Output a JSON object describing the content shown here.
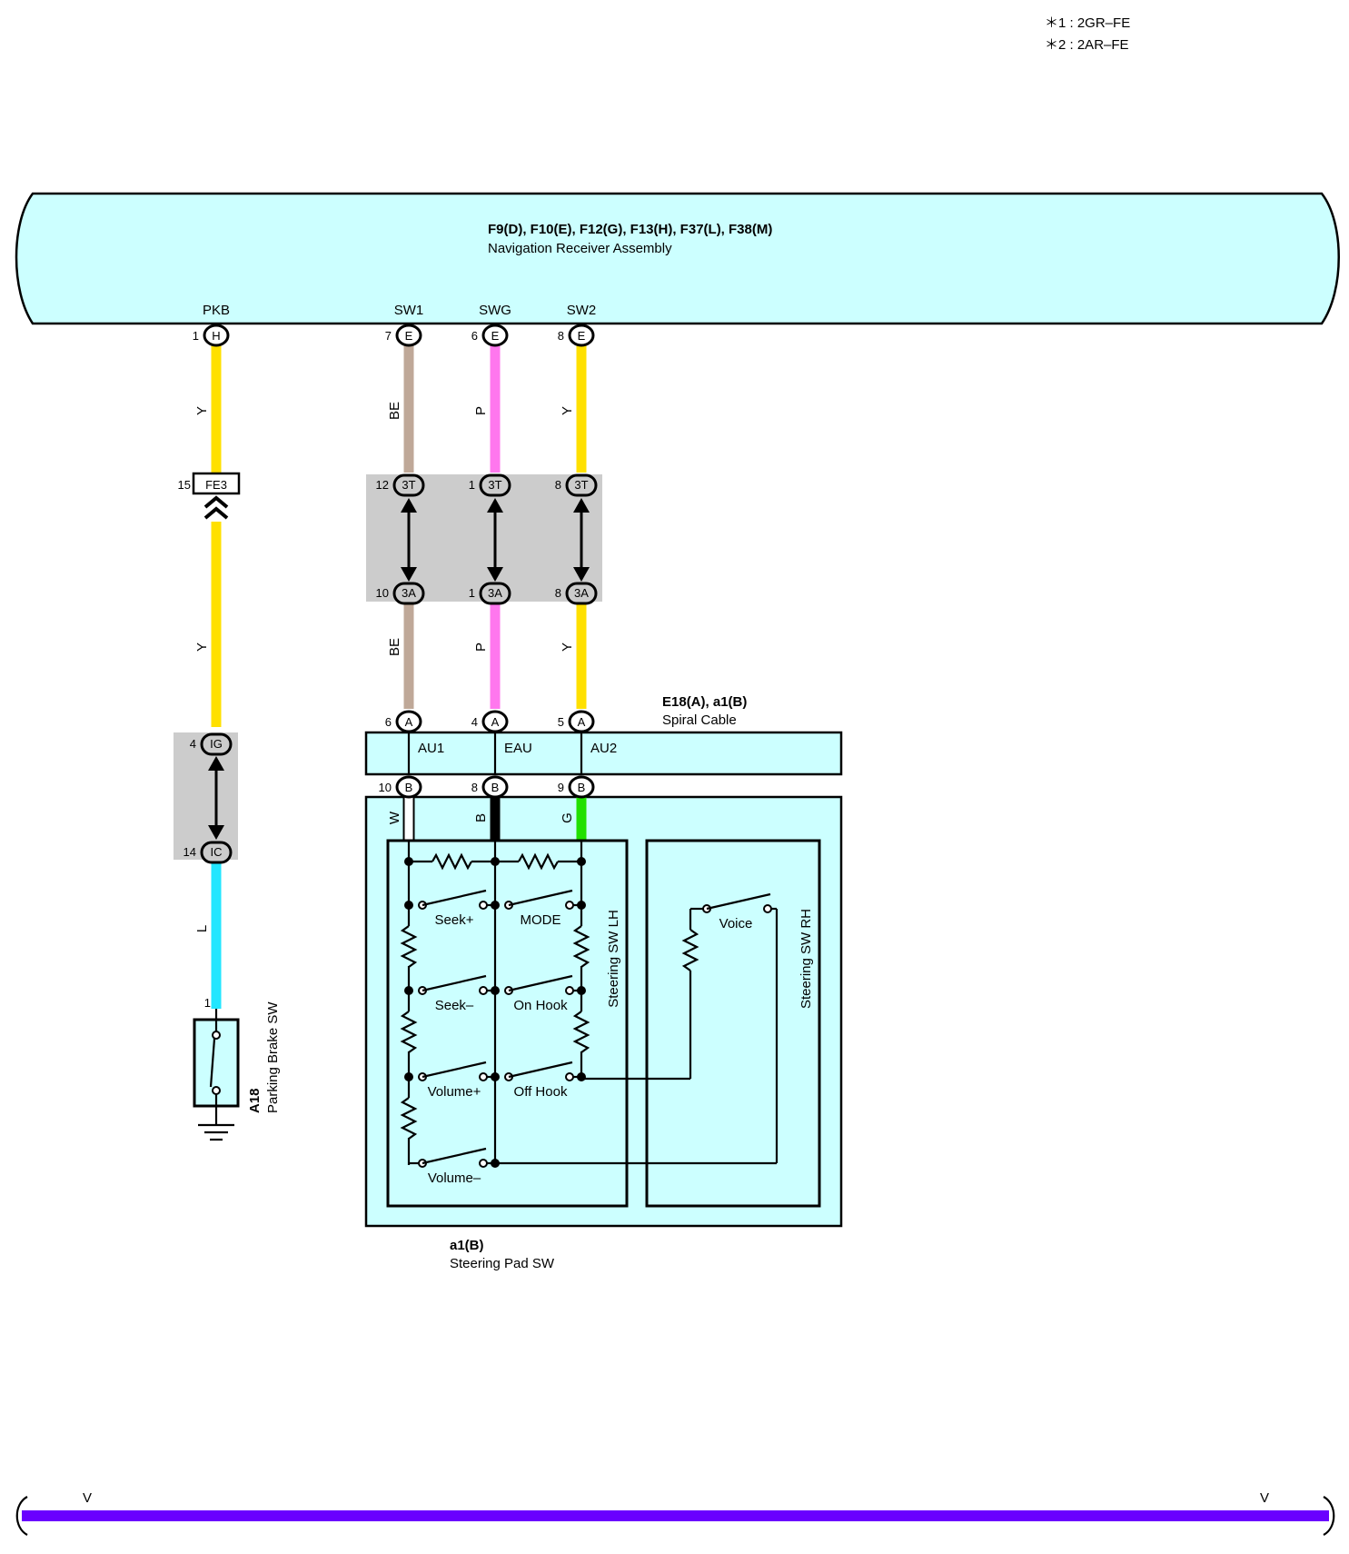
{
  "notes": [
    "＊1 : 2GR–FE",
    "＊2 : 2AR–FE"
  ],
  "colors": {
    "panel": "#ccffff",
    "junction": "#cccccc",
    "Y": "#ffe000",
    "BE": "#bfa898",
    "P": "#ff77ee",
    "L": "#22e6ff",
    "W": "#ffffff",
    "B": "#000000",
    "G": "#22e000",
    "V": "#6a00ff"
  },
  "nav": {
    "codes": "F9(D), F10(E), F12(G), F13(H), F37(L), F38(M)",
    "name": "Navigation Receiver Assembly",
    "terminals": [
      {
        "name": "PKB",
        "pin": "1",
        "conn": "H"
      },
      {
        "name": "SW1",
        "pin": "7",
        "conn": "E"
      },
      {
        "name": "SWG",
        "pin": "6",
        "conn": "E"
      },
      {
        "name": "SW2",
        "pin": "8",
        "conn": "E"
      }
    ]
  },
  "wires": {
    "pkb_top": "Y",
    "pkb_mid": "Y",
    "pkb_bot": "L",
    "sw1_top": "BE",
    "swg_top": "P",
    "sw2_top": "Y",
    "sw1_mid": "BE",
    "swg_mid": "P",
    "sw2_mid": "Y",
    "sp_1": "W",
    "sp_2": "B",
    "sp_3": "G",
    "bus": "V"
  },
  "connector_fe3": {
    "pin": "15",
    "conn": "FE3"
  },
  "junction_3": [
    {
      "pin_top": "12",
      "top": "3T",
      "pin_bot": "10",
      "bot": "3A"
    },
    {
      "pin_top": "1",
      "top": "3T",
      "pin_bot": "1",
      "bot": "3A"
    },
    {
      "pin_top": "8",
      "top": "3T",
      "pin_bot": "8",
      "bot": "3A"
    }
  ],
  "junction_i": {
    "pin_top": "4",
    "top": "IG",
    "pin_bot": "14",
    "bot": "IC"
  },
  "spiral": {
    "codes": "E18(A), a1(B)",
    "name": "Spiral Cable",
    "top_pins": [
      {
        "pin": "6",
        "conn": "A"
      },
      {
        "pin": "4",
        "conn": "A"
      },
      {
        "pin": "5",
        "conn": "A"
      }
    ],
    "labels": [
      "AU1",
      "EAU",
      "AU2"
    ],
    "bottom_pins": [
      {
        "pin": "10",
        "conn": "B"
      },
      {
        "pin": "8",
        "conn": "B"
      },
      {
        "pin": "9",
        "conn": "B"
      }
    ]
  },
  "parking_brake": {
    "pin": "1",
    "code": "A18",
    "name": "Parking Brake SW"
  },
  "steering_pad": {
    "code": "a1(B)",
    "name": "Steering Pad SW",
    "lh": "Steering SW LH",
    "rh": "Steering SW RH",
    "switches": [
      "Seek+",
      "MODE",
      "Seek–",
      "On Hook",
      "Volume+",
      "Off Hook",
      "Volume–",
      "Voice"
    ]
  }
}
